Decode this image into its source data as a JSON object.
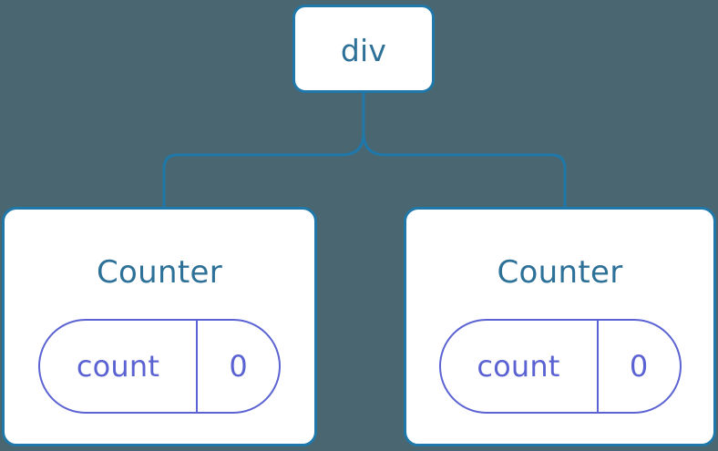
{
  "diagram": {
    "type": "component-tree",
    "background_color": "#4a6670",
    "node_border_color": "#1f78a9",
    "node_text_color": "#2d7198",
    "connector_color": "#1f78a9",
    "pill_color": "#5b63d3",
    "root": {
      "label": "div"
    },
    "children": [
      {
        "title": "Counter",
        "state": {
          "key": "count",
          "value": "0"
        }
      },
      {
        "title": "Counter",
        "state": {
          "key": "count",
          "value": "0"
        }
      }
    ]
  }
}
